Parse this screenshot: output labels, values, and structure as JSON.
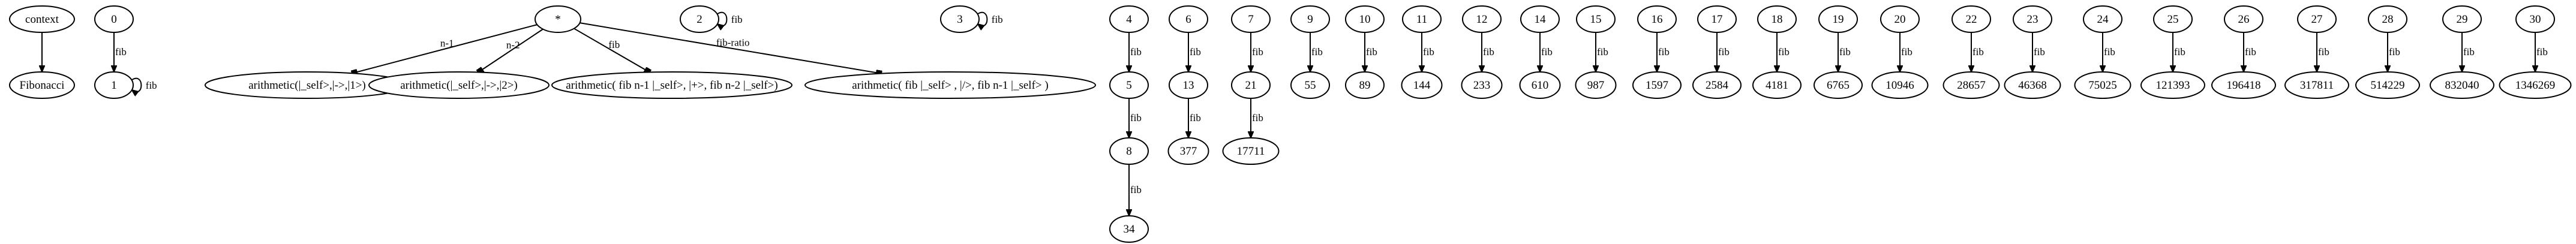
{
  "graph": {
    "nodes": [
      {
        "id": "context",
        "label": "context"
      },
      {
        "id": "fibonacci",
        "label": "Fibonacci"
      },
      {
        "id": "n0",
        "label": "0"
      },
      {
        "id": "n1",
        "label": "1"
      },
      {
        "id": "star",
        "label": "*"
      },
      {
        "id": "a1",
        "label": "arithmetic(|_self>,|->,|1>)"
      },
      {
        "id": "a2",
        "label": "arithmetic(|_self>,|->,|2>)"
      },
      {
        "id": "a3",
        "label": "arithmetic( fib n-1 |_self>, |+>, fib n-2 |_self>)"
      },
      {
        "id": "a4",
        "label": "arithmetic( fib |_self> , |/>, fib n-1 |_self> )"
      },
      {
        "id": "n2",
        "label": "2"
      },
      {
        "id": "n3",
        "label": "3"
      },
      {
        "id": "n4",
        "label": "4"
      },
      {
        "id": "v5",
        "label": "5"
      },
      {
        "id": "v8",
        "label": "8"
      },
      {
        "id": "v34",
        "label": "34"
      },
      {
        "id": "n6",
        "label": "6"
      },
      {
        "id": "v13",
        "label": "13"
      },
      {
        "id": "v377",
        "label": "377"
      },
      {
        "id": "n7",
        "label": "7"
      },
      {
        "id": "v21",
        "label": "21"
      },
      {
        "id": "v17711",
        "label": "17711"
      },
      {
        "id": "n9",
        "label": "9"
      },
      {
        "id": "v55",
        "label": "55"
      },
      {
        "id": "n10",
        "label": "10"
      },
      {
        "id": "v89",
        "label": "89"
      },
      {
        "id": "n11",
        "label": "11"
      },
      {
        "id": "v144",
        "label": "144"
      },
      {
        "id": "n12",
        "label": "12"
      },
      {
        "id": "v233",
        "label": "233"
      },
      {
        "id": "n14",
        "label": "14"
      },
      {
        "id": "v610",
        "label": "610"
      },
      {
        "id": "n15",
        "label": "15"
      },
      {
        "id": "v987",
        "label": "987"
      },
      {
        "id": "n16",
        "label": "16"
      },
      {
        "id": "v1597",
        "label": "1597"
      },
      {
        "id": "n17",
        "label": "17"
      },
      {
        "id": "v2584",
        "label": "2584"
      },
      {
        "id": "n18",
        "label": "18"
      },
      {
        "id": "v4181",
        "label": "4181"
      },
      {
        "id": "n19",
        "label": "19"
      },
      {
        "id": "v6765",
        "label": "6765"
      },
      {
        "id": "n20",
        "label": "20"
      },
      {
        "id": "v10946",
        "label": "10946"
      },
      {
        "id": "n22",
        "label": "22"
      },
      {
        "id": "v28657",
        "label": "28657"
      },
      {
        "id": "n23",
        "label": "23"
      },
      {
        "id": "v46368",
        "label": "46368"
      },
      {
        "id": "n24",
        "label": "24"
      },
      {
        "id": "v75025",
        "label": "75025"
      },
      {
        "id": "n25",
        "label": "25"
      },
      {
        "id": "v121393",
        "label": "121393"
      },
      {
        "id": "n26",
        "label": "26"
      },
      {
        "id": "v196418",
        "label": "196418"
      },
      {
        "id": "n27",
        "label": "27"
      },
      {
        "id": "v317811",
        "label": "317811"
      },
      {
        "id": "n28",
        "label": "28"
      },
      {
        "id": "v514229",
        "label": "514229"
      },
      {
        "id": "n29",
        "label": "29"
      },
      {
        "id": "v832040",
        "label": "832040"
      },
      {
        "id": "n30",
        "label": "30"
      },
      {
        "id": "v1346269",
        "label": "1346269"
      }
    ],
    "edges": [
      {
        "from": "context",
        "to": "fibonacci",
        "label": "",
        "head": "arrow"
      },
      {
        "from": "n0",
        "to": "n1",
        "label": "fib",
        "head": "arrow"
      },
      {
        "from": "n1",
        "to": "n1",
        "label": "fib",
        "head": "arrow"
      },
      {
        "from": "star",
        "to": "a1",
        "label": "n-1",
        "head": "box"
      },
      {
        "from": "star",
        "to": "a2",
        "label": "n-2",
        "head": "box"
      },
      {
        "from": "star",
        "to": "a3",
        "label": "fib",
        "head": "box"
      },
      {
        "from": "star",
        "to": "a4",
        "label": "fib-ratio",
        "head": "box"
      },
      {
        "from": "n2",
        "to": "n2",
        "label": "fib",
        "head": "arrow"
      },
      {
        "from": "n3",
        "to": "n3",
        "label": "fib",
        "head": "arrow"
      },
      {
        "from": "n4",
        "to": "v5",
        "label": "fib",
        "head": "arrow"
      },
      {
        "from": "v5",
        "to": "v8",
        "label": "fib",
        "head": "arrow"
      },
      {
        "from": "v8",
        "to": "v34",
        "label": "fib",
        "head": "arrow"
      },
      {
        "from": "n6",
        "to": "v13",
        "label": "fib",
        "head": "arrow"
      },
      {
        "from": "v13",
        "to": "v377",
        "label": "fib",
        "head": "arrow"
      },
      {
        "from": "n7",
        "to": "v21",
        "label": "fib",
        "head": "arrow"
      },
      {
        "from": "v21",
        "to": "v17711",
        "label": "fib",
        "head": "arrow"
      },
      {
        "from": "n9",
        "to": "v55",
        "label": "fib",
        "head": "arrow"
      },
      {
        "from": "n10",
        "to": "v89",
        "label": "fib",
        "head": "arrow"
      },
      {
        "from": "n11",
        "to": "v144",
        "label": "fib",
        "head": "arrow"
      },
      {
        "from": "n12",
        "to": "v233",
        "label": "fib",
        "head": "arrow"
      },
      {
        "from": "n14",
        "to": "v610",
        "label": "fib",
        "head": "arrow"
      },
      {
        "from": "n15",
        "to": "v987",
        "label": "fib",
        "head": "arrow"
      },
      {
        "from": "n16",
        "to": "v1597",
        "label": "fib",
        "head": "arrow"
      },
      {
        "from": "n17",
        "to": "v2584",
        "label": "fib",
        "head": "arrow"
      },
      {
        "from": "n18",
        "to": "v4181",
        "label": "fib",
        "head": "arrow"
      },
      {
        "from": "n19",
        "to": "v6765",
        "label": "fib",
        "head": "arrow"
      },
      {
        "from": "n20",
        "to": "v10946",
        "label": "fib",
        "head": "arrow"
      },
      {
        "from": "n22",
        "to": "v28657",
        "label": "fib",
        "head": "arrow"
      },
      {
        "from": "n23",
        "to": "v46368",
        "label": "fib",
        "head": "arrow"
      },
      {
        "from": "n24",
        "to": "v75025",
        "label": "fib",
        "head": "arrow"
      },
      {
        "from": "n25",
        "to": "v121393",
        "label": "fib",
        "head": "arrow"
      },
      {
        "from": "n26",
        "to": "v196418",
        "label": "fib",
        "head": "arrow"
      },
      {
        "from": "n27",
        "to": "v317811",
        "label": "fib",
        "head": "arrow"
      },
      {
        "from": "n28",
        "to": "v514229",
        "label": "fib",
        "head": "arrow"
      },
      {
        "from": "n29",
        "to": "v832040",
        "label": "fib",
        "head": "arrow"
      },
      {
        "from": "n30",
        "to": "v1346269",
        "label": "fib",
        "head": "arrow"
      }
    ]
  }
}
